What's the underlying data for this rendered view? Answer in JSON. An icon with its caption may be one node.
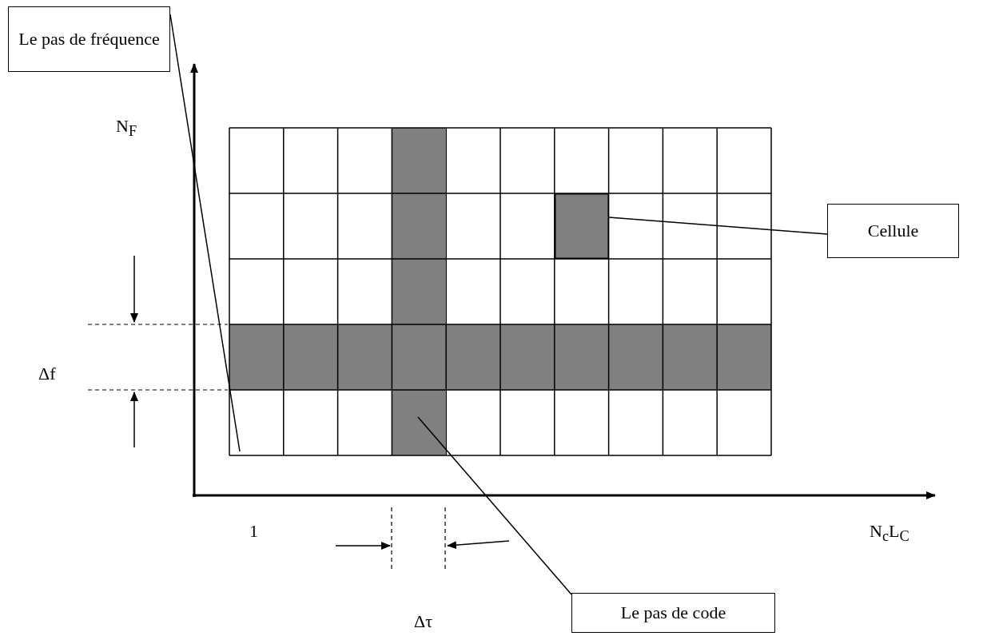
{
  "diagram": {
    "nodes": [
      {
        "text": [
          "Le pas de fréquence"
        ]
      },
      {
        "text": [],
        "shape": "bar"
      },
      {
        "text": [],
        "shape": "box"
      },
      {
        "text": [
          "Cellule"
        ]
      },
      {
        "text": [
          "Le pas de code"
        ]
      },
      {
        "text": [],
        "shape": "bar"
      }
    ],
    "edges": [
      {
        "from": 0,
        "to": 1,
        "arrow": "none"
      },
      {
        "from": 3,
        "to": 2,
        "arrow": "none"
      },
      {
        "from": 4,
        "to": 5,
        "arrow": "none"
      }
    ],
    "labels": [
      "N$_{F}$",
      "Δf",
      "1",
      "N$_{c}$L$_{C}$",
      "Δτ"
    ]
  }
}
